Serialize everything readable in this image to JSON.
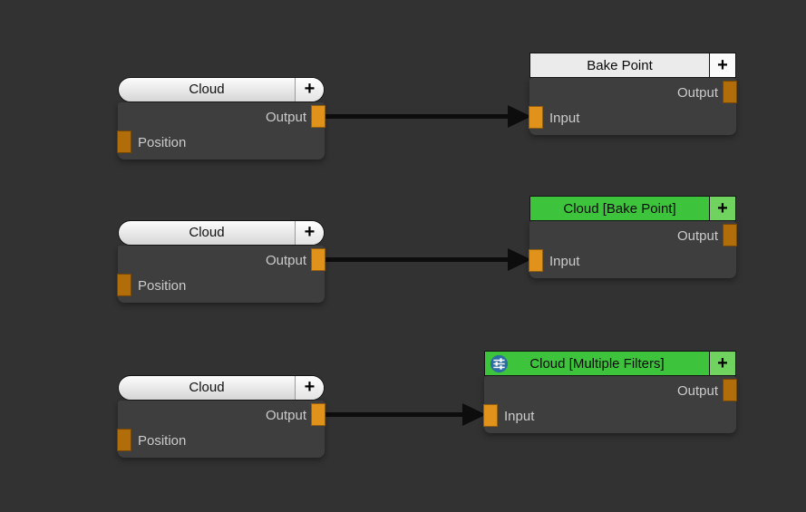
{
  "colors": {
    "canvas_bg": "#323232",
    "node_body": "#3e3e3e",
    "header_light": "#ebebeb",
    "header_green": "#3ec43c",
    "header_green_plus": "#70d35f",
    "port_connected": "#e0921a",
    "port_unconnected": "#b26d0b",
    "port_label": "#cbcbcb",
    "arrow": "#0d0d0d",
    "icon_blue": "#2e6da4"
  },
  "nodes": {
    "cloud1": {
      "title": "Cloud",
      "plus_label": "+",
      "ports": [
        {
          "label": "Output"
        },
        {
          "label": "Position"
        }
      ]
    },
    "bake_point": {
      "title": "Bake Point",
      "plus_label": "+",
      "ports": [
        {
          "label": "Output"
        },
        {
          "label": "Input"
        }
      ]
    },
    "cloud2": {
      "title": "Cloud",
      "plus_label": "+",
      "ports": [
        {
          "label": "Output"
        },
        {
          "label": "Position"
        }
      ]
    },
    "cloud_bake_point": {
      "title": "Cloud [Bake Point]",
      "plus_label": "+",
      "ports": [
        {
          "label": "Output"
        },
        {
          "label": "Input"
        }
      ]
    },
    "cloud3": {
      "title": "Cloud",
      "plus_label": "+",
      "ports": [
        {
          "label": "Output"
        },
        {
          "label": "Position"
        }
      ]
    },
    "cloud_multiple_filters": {
      "title": "Cloud [Multiple Filters]",
      "plus_label": "+",
      "icon": "sliders-icon",
      "ports": [
        {
          "label": "Output"
        },
        {
          "label": "Input"
        }
      ]
    }
  },
  "connections": [
    {
      "from": "Cloud.Output",
      "to": "Bake Point.Input"
    },
    {
      "from": "Cloud.Output",
      "to": "Cloud [Bake Point].Input"
    },
    {
      "from": "Cloud.Output",
      "to": "Cloud [Multiple Filters].Input"
    }
  ]
}
